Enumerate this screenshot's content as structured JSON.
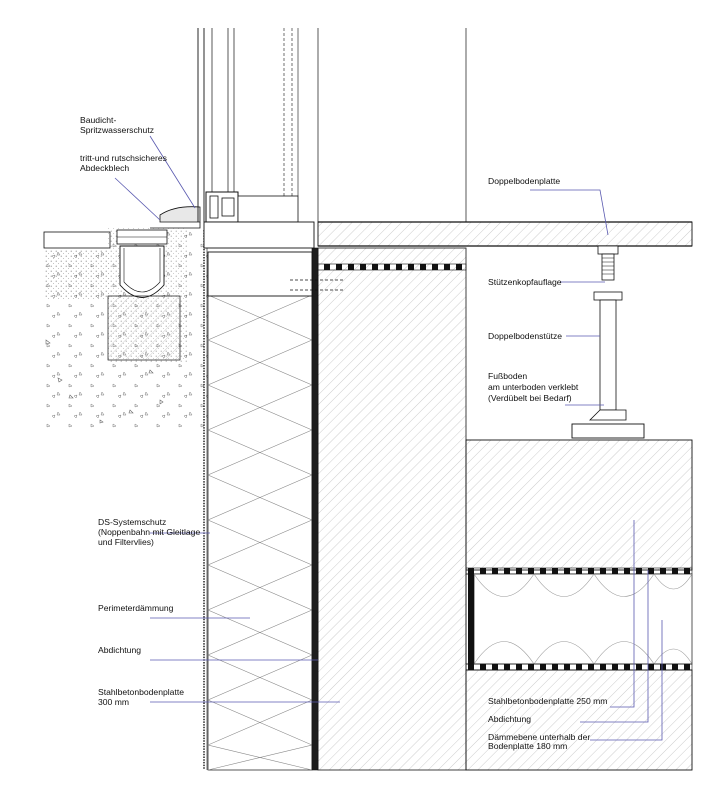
{
  "labels": {
    "spritz_1": "Baudicht-",
    "spritz_2": "Spritzwasserschutz",
    "abdeck_1": "tritt-und rutschsicheres",
    "abdeck_2": "Abdeckblech",
    "doppelbodenplatte": "Doppelbodenplatte",
    "stuetzenkopf": "Stützenkopfauflage",
    "doppelbodenstuetze": "Doppelbodenstütze",
    "fussboden_1": "Fußboden",
    "fussboden_2": "am unterboden verklebt",
    "fussboden_3": "(Verdübelt bei Bedarf)",
    "ds_1": "DS-Systemschutz",
    "ds_2": "(Noppenbahn mit Gleitlage",
    "ds_3": "und Filtervlies)",
    "perimeter": "Perimeterdämmung",
    "abdichtung_left": "Abdichtung",
    "stahlbeton_left_1": "Stahlbetonbodenplatte",
    "stahlbeton_left_2": "300 mm",
    "stahlbeton_right": "Stahlbetonbodenplatte 250 mm",
    "abdichtung_right": "Abdichtung",
    "daemm_1": "Dämmebene unterhalb der",
    "daemm_2": "Bodenplatte 180 mm"
  }
}
